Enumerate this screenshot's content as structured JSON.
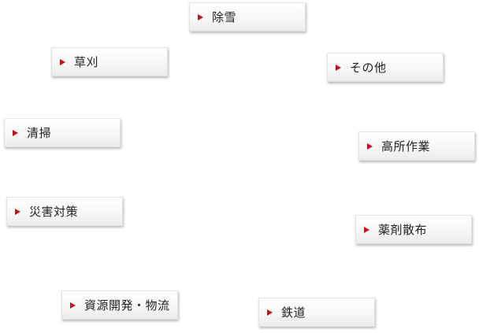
{
  "categories": [
    {
      "id": "snow",
      "label": "除雪"
    },
    {
      "id": "mowing",
      "label": "草刈"
    },
    {
      "id": "other",
      "label": "その他"
    },
    {
      "id": "cleaning",
      "label": "清掃"
    },
    {
      "id": "aerial_work",
      "label": "高所作業"
    },
    {
      "id": "disaster",
      "label": "災害対策"
    },
    {
      "id": "spraying",
      "label": "薬剤散布"
    },
    {
      "id": "resource_logistics",
      "label": "資源開発・物流"
    },
    {
      "id": "railway",
      "label": "鉄道"
    }
  ],
  "colors": {
    "arrow": "#c1121f",
    "text": "#222222",
    "background": "#ffffff"
  },
  "icons": {
    "bullet": "triangle-right-icon"
  }
}
